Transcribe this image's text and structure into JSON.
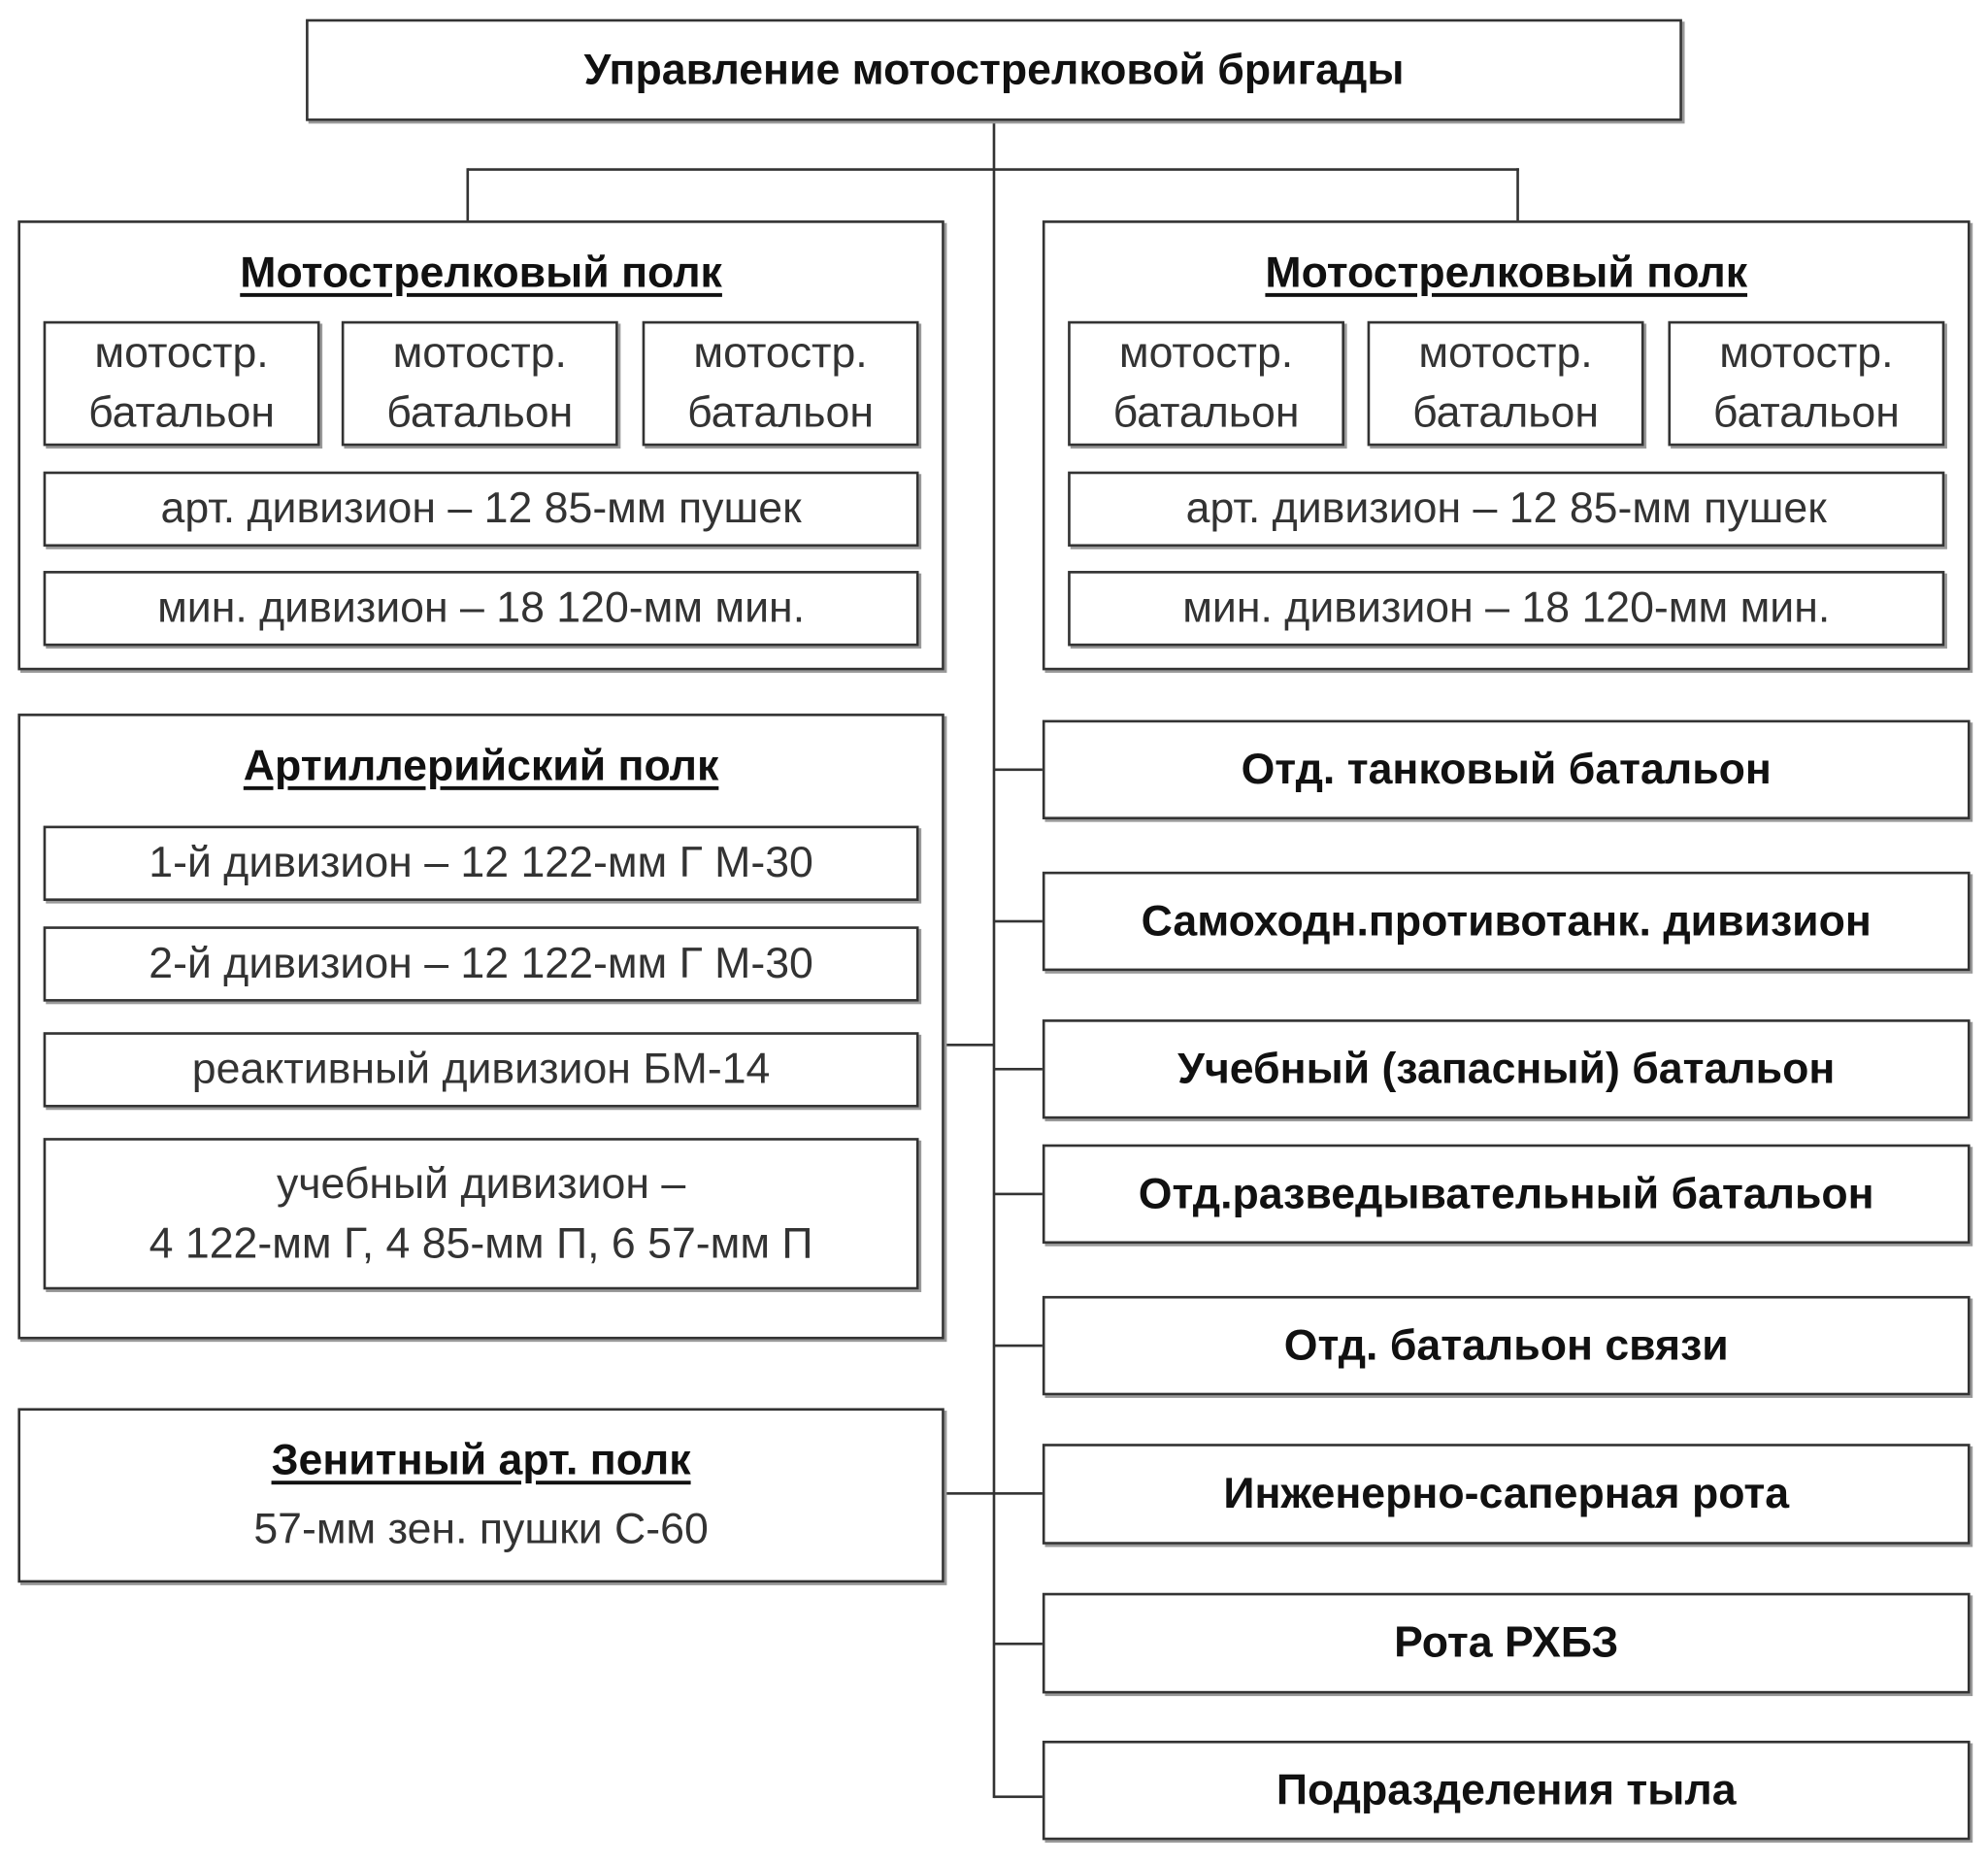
{
  "top": "Управление мотострелковой бригады",
  "msp_left": {
    "title": "Мотострелковый полк",
    "battalions": [
      "мотостр. батальон",
      "мотостр. батальон",
      "мотостр. батальон"
    ],
    "art": "арт. дивизион – 12 85-мм пушек",
    "min": "мин. дивизион – 18 120-мм мин."
  },
  "msp_right": {
    "title": "Мотострелковый полк",
    "battalions": [
      "мотостр. батальон",
      "мотостр. батальон",
      "мотостр. батальон"
    ],
    "art": "арт. дивизион – 12 85-мм пушек",
    "min": "мин. дивизион – 18 120-мм мин."
  },
  "artillery": {
    "title": "Артиллерийский полк",
    "rows": [
      "1-й дивизион – 12 122-мм Г М-30",
      "2-й дивизион – 12 122-мм Г М-30",
      "реактивный дивизион БМ-14",
      "учебный дивизион –",
      "4 122-мм Г, 4 85-мм П, 6 57-мм П"
    ]
  },
  "aa": {
    "title": "Зенитный арт. полк",
    "text": "57-мм зен. пушки С-60"
  },
  "right_units": [
    "Отд. танковый батальон",
    "Самоходн.противотанк. дивизион",
    "Учебный (запасный) батальон",
    "Отд.разведывательный батальон",
    "Отд. батальон связи",
    "Инженерно-саперная рота",
    "Рота РХБЗ",
    "Подразделения тыла"
  ]
}
